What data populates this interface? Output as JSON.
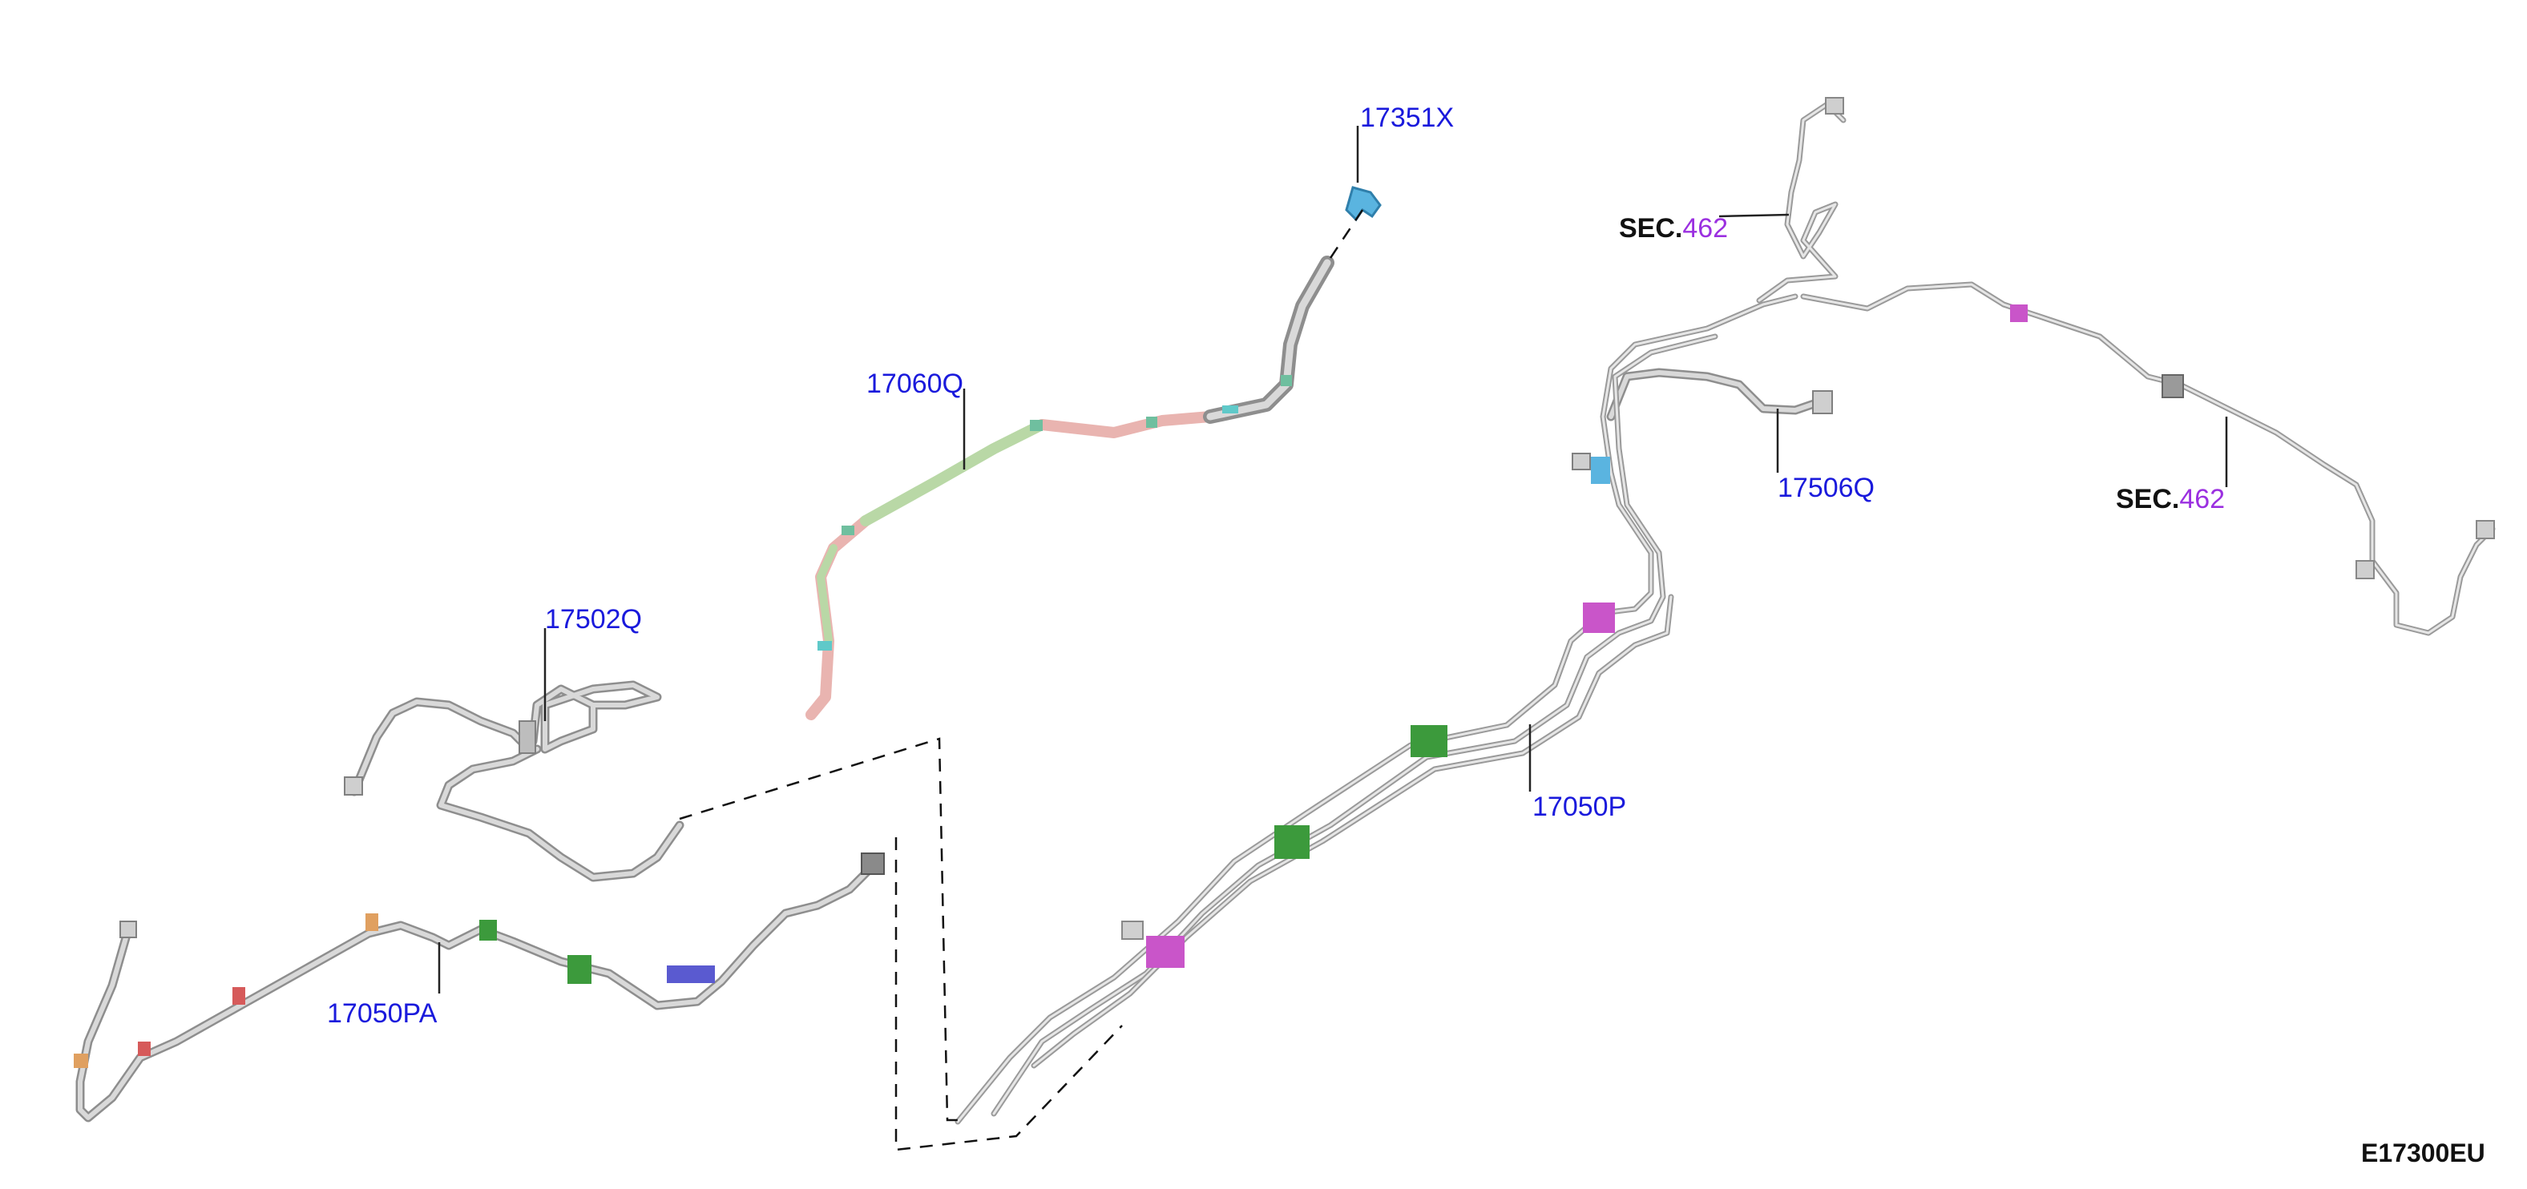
{
  "diagram": {
    "id_label": "E17300EU",
    "colors": {
      "callout_text": "#1a1adc",
      "sec_number": "#9b30e0",
      "pipe": "#b5b5b5",
      "hose_pink": "#e9b4b0",
      "hose_green": "#b9d8a6",
      "clip_green": "#3c9a3c",
      "clip_magenta": "#c955c9",
      "clip_blue": "#5a5ad0",
      "clip_cyan": "#5ab4e0",
      "clip_red": "#d65a5a",
      "clip_orange": "#e0a060"
    }
  },
  "callouts": [
    {
      "id": "17351X",
      "text": "17351X"
    },
    {
      "id": "17060Q",
      "text": "17060Q"
    },
    {
      "id": "17502Q",
      "text": "17502Q"
    },
    {
      "id": "17050PA",
      "text": "17050PA"
    },
    {
      "id": "17506Q",
      "text": "17506Q"
    },
    {
      "id": "17050P",
      "text": "17050P"
    }
  ],
  "section_refs": [
    {
      "prefix": "SEC.",
      "number": "462"
    },
    {
      "prefix": "SEC.",
      "number": "462"
    }
  ]
}
